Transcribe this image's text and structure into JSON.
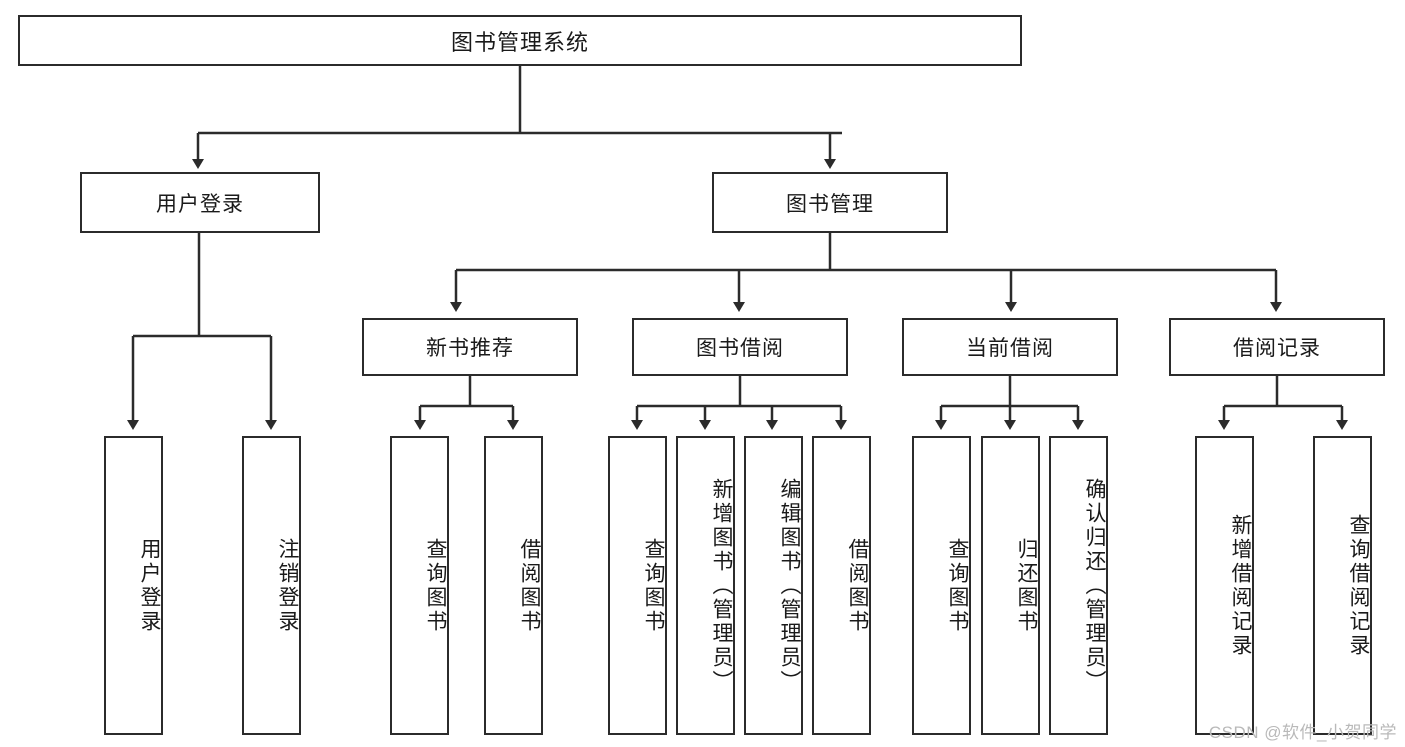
{
  "diagram": {
    "type": "tree",
    "title": "图书管理系统",
    "root": {
      "label": "图书管理系统"
    },
    "level2": [
      {
        "label": "用户登录"
      },
      {
        "label": "图书管理"
      }
    ],
    "level3": [
      {
        "label": "新书推荐"
      },
      {
        "label": "图书借阅"
      },
      {
        "label": "当前借阅"
      },
      {
        "label": "借阅记录"
      }
    ],
    "leaves": {
      "user_login": [
        {
          "label": "用户登录"
        },
        {
          "label": "注销登录"
        }
      ],
      "new_book": [
        {
          "label": "查询图书"
        },
        {
          "label": "借阅图书"
        }
      ],
      "book_borrow": [
        {
          "label": "查询图书"
        },
        {
          "label": "新增图书（管理员）"
        },
        {
          "label": "编辑图书（管理员）"
        },
        {
          "label": "借阅图书"
        }
      ],
      "current_borrow": [
        {
          "label": "查询图书"
        },
        {
          "label": "归还图书"
        },
        {
          "label": "确认归还（管理员）"
        }
      ],
      "borrow_record": [
        {
          "label": "新增借阅记录"
        },
        {
          "label": "查询借阅记录"
        }
      ]
    }
  },
  "watermark": {
    "text": "CSDN @软件_小贺同学"
  },
  "colors": {
    "line": "#2b2b2b",
    "box_fill": "#ffffff",
    "text": "#1a1a1a",
    "watermark": "#b9b9b9"
  }
}
